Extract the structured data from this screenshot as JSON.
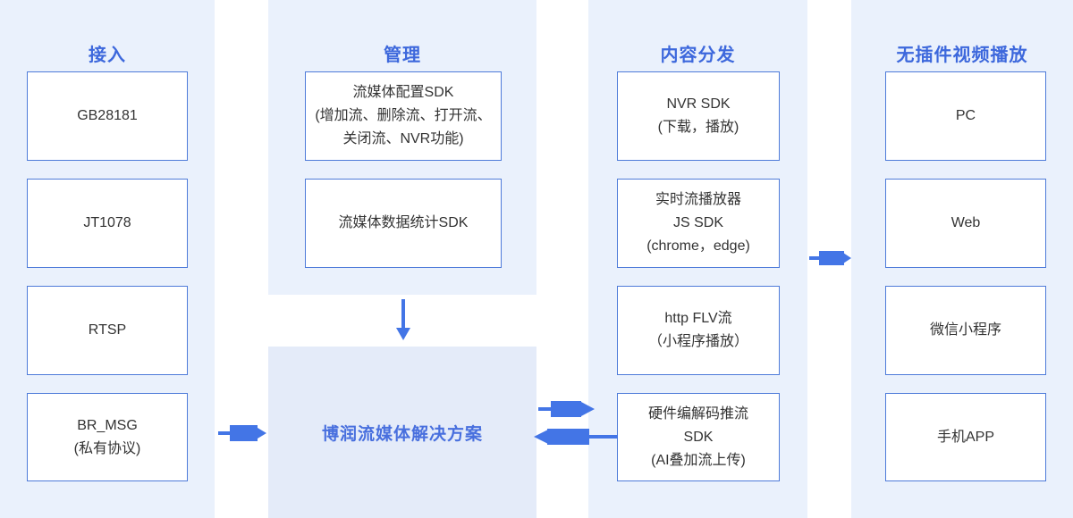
{
  "diagram": {
    "type": "flow-architecture",
    "colors": {
      "panel_bg": "#EAF1FC",
      "solution_panel_bg": "#E4EBF9",
      "title_color": "#3D68DC",
      "box_border": "#4E7BD9",
      "box_bg": "#FFFFFF",
      "box_text": "#333333",
      "arrow_color": "#4375E6",
      "solution_text_color": "#486FDE"
    },
    "columns": [
      {
        "title": "接入",
        "boxes": [
          {
            "lines": [
              "GB28181"
            ]
          },
          {
            "lines": [
              "JT1078"
            ]
          },
          {
            "lines": [
              "RTSP"
            ]
          },
          {
            "lines": [
              "BR_MSG",
              "(私有协议)"
            ]
          }
        ]
      },
      {
        "title": "管理",
        "boxes": [
          {
            "lines": [
              "流媒体配置SDK",
              "(增加流、删除流、打开流、",
              "关闭流、NVR功能)"
            ]
          },
          {
            "lines": [
              "流媒体数据统计SDK"
            ]
          }
        ],
        "solution_label": "博润流媒体解决方案"
      },
      {
        "title": "内容分发",
        "boxes": [
          {
            "lines": [
              "NVR SDK",
              "(下载，播放)"
            ]
          },
          {
            "lines": [
              "实时流播放器",
              "JS SDK",
              "(chrome，edge)"
            ]
          },
          {
            "lines": [
              "http FLV流",
              "（小程序播放）"
            ]
          },
          {
            "lines": [
              "硬件编解码推流",
              "SDK",
              "(AI叠加流上传)"
            ]
          }
        ]
      },
      {
        "title": "无插件视频播放",
        "boxes": [
          {
            "lines": [
              "PC"
            ]
          },
          {
            "lines": [
              "Web"
            ]
          },
          {
            "lines": [
              "微信小程序"
            ]
          },
          {
            "lines": [
              "手机APP"
            ]
          }
        ]
      }
    ],
    "arrows": [
      {
        "name": "access-to-solution-arrow",
        "direction": "right",
        "from": "接入",
        "to": "博润流媒体解决方案"
      },
      {
        "name": "management-to-solution-arrow",
        "direction": "down",
        "from": "管理",
        "to": "博润流媒体解决方案"
      },
      {
        "name": "solution-to-distribution-arrow",
        "direction": "right",
        "from": "博润流媒体解决方案",
        "to": "内容分发"
      },
      {
        "name": "push-sdk-to-solution-arrow",
        "direction": "left",
        "from": "硬件编解码推流SDK",
        "to": "博润流媒体解决方案"
      },
      {
        "name": "distribution-to-playback-arrow",
        "direction": "right",
        "from": "内容分发",
        "to": "无插件视频播放"
      }
    ]
  }
}
